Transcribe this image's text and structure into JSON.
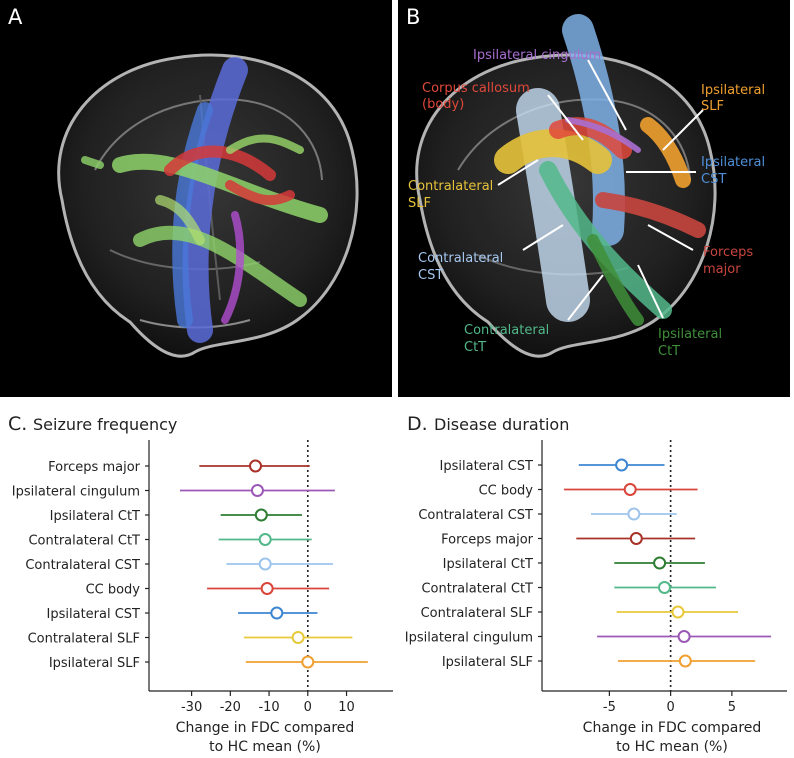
{
  "panel_a": {
    "letter": "A"
  },
  "panel_b": {
    "letter": "B",
    "tract_labels": {
      "ipsi_cingulum": "Ipsilateral cingulum",
      "cc_body_line1": "Corpus callosum",
      "cc_body_line2": "(body)",
      "ipsi_slf_line1": "Ipsilateral",
      "ipsi_slf_line2": "SLF",
      "ipsi_cst_line1": "Ipsilateral",
      "ipsi_cst_line2": "CST",
      "contra_slf_line1": "Contralateral",
      "contra_slf_line2": "SLF",
      "contra_cst_line1": "Contralateral",
      "contra_cst_line2": "CST",
      "forceps_line1": "Forceps",
      "forceps_line2": "major",
      "contra_ctt_line1": "Contralateral",
      "contra_ctt_line2": "CtT",
      "ipsi_ctt_line1": "Ipsilateral",
      "ipsi_ctt_line2": "CtT"
    },
    "colors": {
      "cingulum": "#a86fd0",
      "cc_body": "#e0483a",
      "ipsi_slf": "#f0a030",
      "ipsi_cst": "#4f90d8",
      "contra_slf": "#e6c23a",
      "contra_cst": "#a6c8f0",
      "forceps": "#c8453e",
      "contra_ctt": "#52b88a",
      "ipsi_ctt": "#3f8f3a"
    }
  },
  "chart_data": [
    {
      "type": "forest",
      "panel_letter": "C.",
      "title": "Seizure frequency",
      "xlabel_line1": "Change in FDC compared",
      "xlabel_line2": "to HC mean (%)",
      "xlim": [
        -41,
        22
      ],
      "xticks": [
        -30,
        -20,
        -10,
        0,
        10
      ],
      "reference_line": 0,
      "rows": [
        {
          "label": "Forceps major",
          "mean": -13.5,
          "lo": -28,
          "hi": 0.5,
          "color": "#a83228"
        },
        {
          "label": "Ipsilateral cingulum",
          "mean": -13,
          "lo": -33,
          "hi": 7,
          "color": "#9b59b6"
        },
        {
          "label": "Ipsilateral CtT",
          "mean": -12,
          "lo": -22.5,
          "hi": -1.5,
          "color": "#2e7d32"
        },
        {
          "label": "Contralateral CtT",
          "mean": -11,
          "lo": -23,
          "hi": 1,
          "color": "#52b88a"
        },
        {
          "label": "Contralateral CST",
          "mean": -11,
          "lo": -21,
          "hi": 6.5,
          "color": "#9ec4ec"
        },
        {
          "label": "CC body",
          "mean": -10.5,
          "lo": -26,
          "hi": 5.5,
          "color": "#d9453a"
        },
        {
          "label": "Ipsilateral CST",
          "mean": -8,
          "lo": -18,
          "hi": 2.5,
          "color": "#3d86d2"
        },
        {
          "label": "Contralateral SLF",
          "mean": -2.5,
          "lo": -16.5,
          "hi": 11.5,
          "color": "#e7c93a"
        },
        {
          "label": "Ipsilateral SLF",
          "mean": 0,
          "lo": -16,
          "hi": 15.5,
          "color": "#f0a030"
        }
      ]
    },
    {
      "type": "forest",
      "panel_letter": "D.",
      "title": "Disease duration",
      "xlabel_line1": "Change in FDC compared",
      "xlabel_line2": "to HC mean (%)",
      "xlim": [
        -10.5,
        9.5
      ],
      "xticks": [
        -5,
        0,
        5
      ],
      "reference_line": 0,
      "rows": [
        {
          "label": "Ipsilateral CST",
          "mean": -4,
          "lo": -7.5,
          "hi": -0.5,
          "color": "#3d86d2"
        },
        {
          "label": "CC body",
          "mean": -3.3,
          "lo": -8.7,
          "hi": 2.2,
          "color": "#d9453a"
        },
        {
          "label": "Contralateral CST",
          "mean": -3,
          "lo": -6.5,
          "hi": 0.5,
          "color": "#9ec4ec"
        },
        {
          "label": "Forceps major",
          "mean": -2.8,
          "lo": -7.7,
          "hi": 2,
          "color": "#a83228"
        },
        {
          "label": "Ipsilateral CtT",
          "mean": -0.9,
          "lo": -4.6,
          "hi": 2.8,
          "color": "#2e7d32"
        },
        {
          "label": "Contralateral CtT",
          "mean": -0.5,
          "lo": -4.6,
          "hi": 3.7,
          "color": "#52b88a"
        },
        {
          "label": "Contralateral SLF",
          "mean": 0.6,
          "lo": -4.4,
          "hi": 5.5,
          "color": "#e7c93a"
        },
        {
          "label": "Ipsilateral cingulum",
          "mean": 1.1,
          "lo": -6,
          "hi": 8.2,
          "color": "#9b59b6"
        },
        {
          "label": "Ipsilateral SLF",
          "mean": 1.2,
          "lo": -4.3,
          "hi": 6.9,
          "color": "#f0a030"
        }
      ]
    }
  ]
}
